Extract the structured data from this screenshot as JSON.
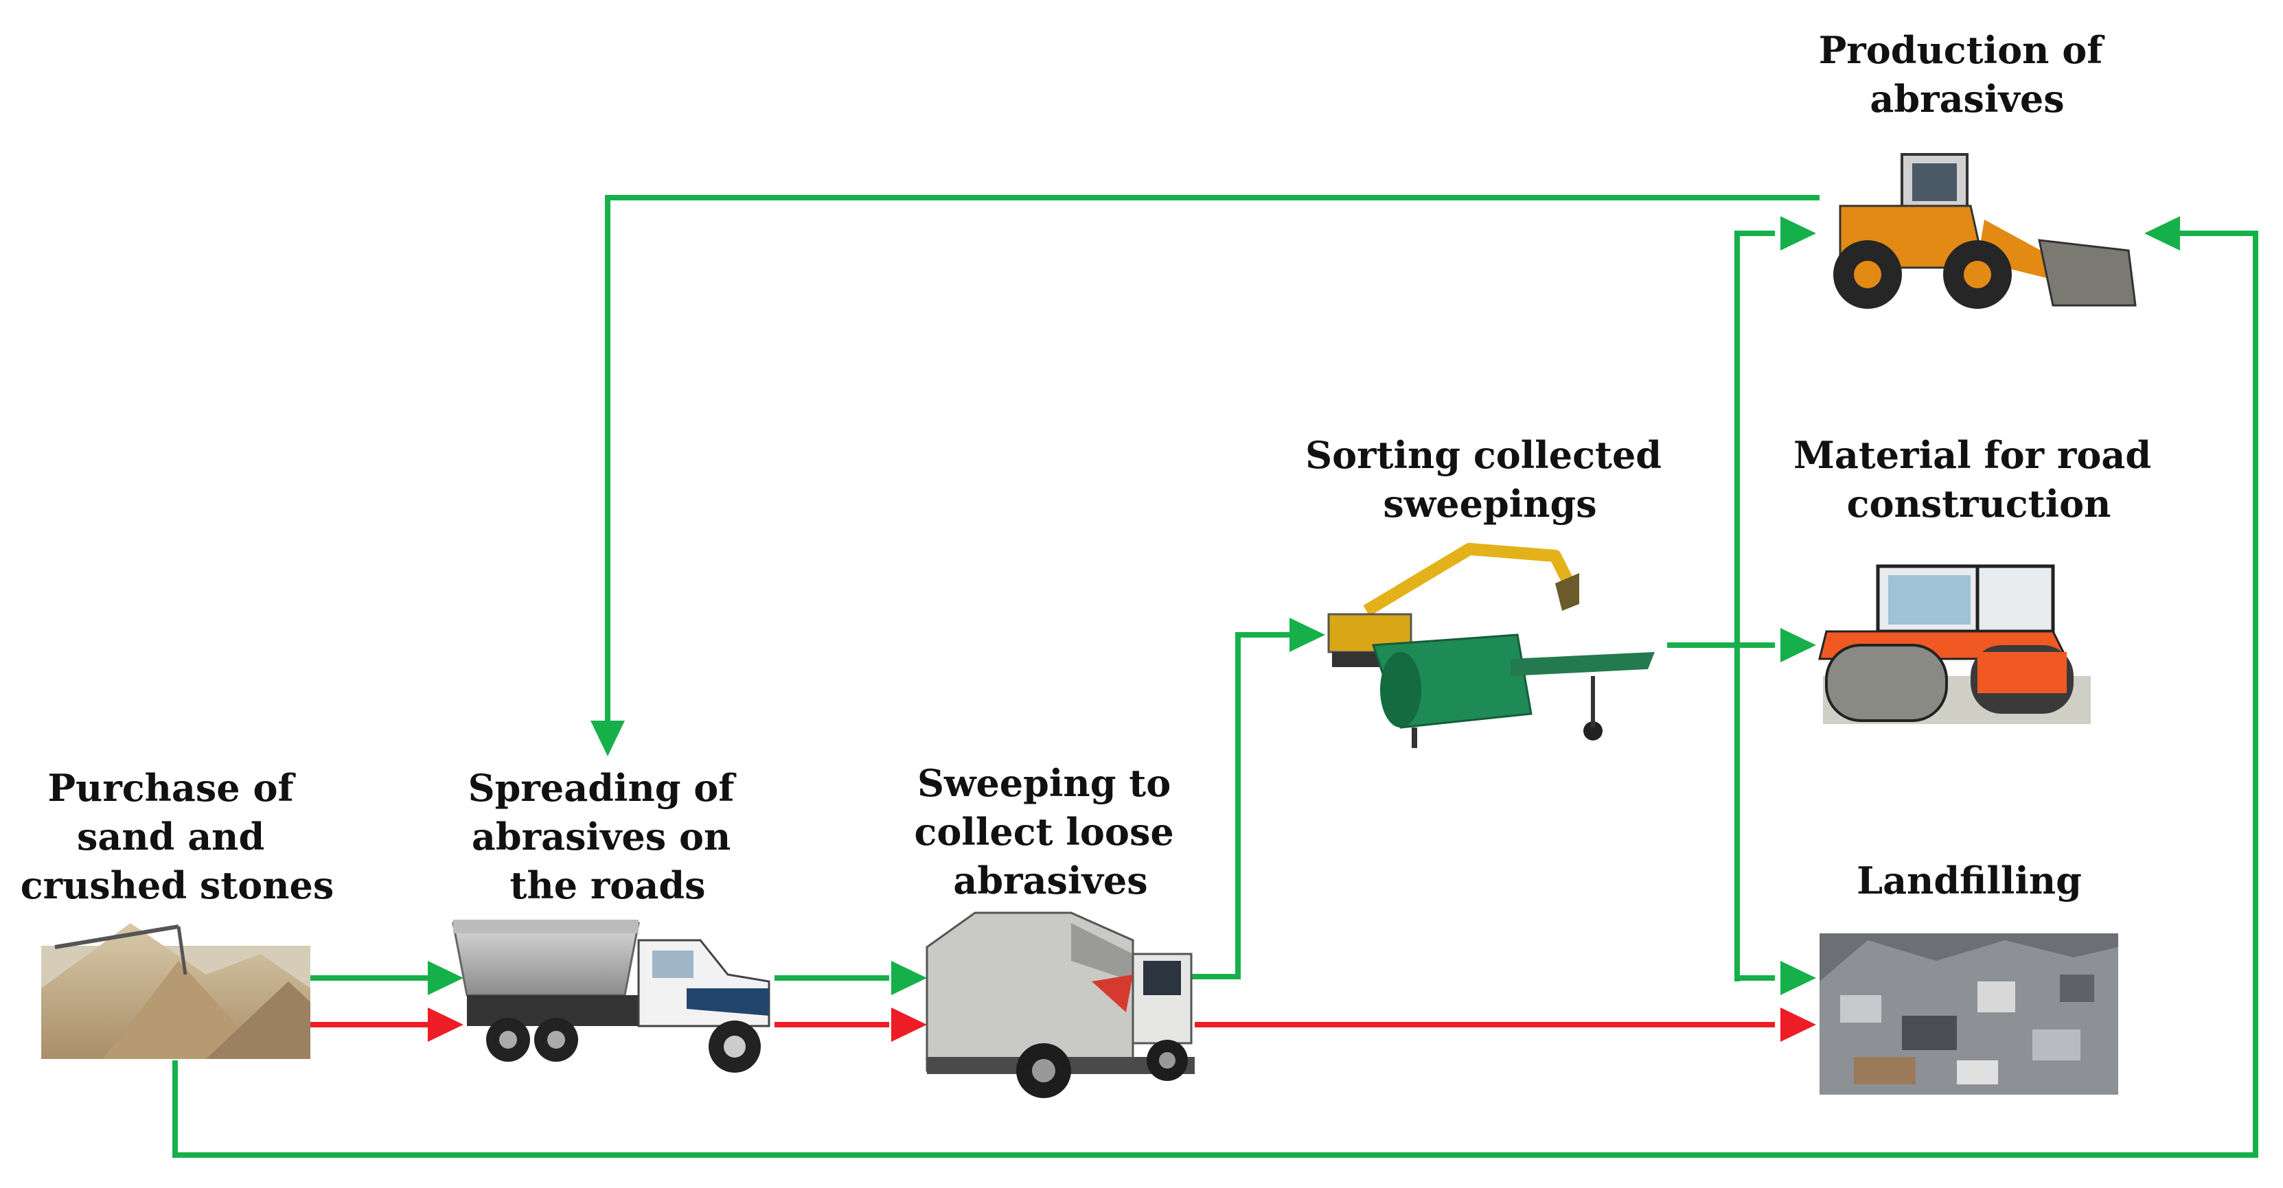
{
  "colors": {
    "recycle_flow": "#16b04a",
    "linear_flow": "#ee1c25"
  },
  "stages": {
    "purchase": {
      "lines": [
        "Purchase of",
        "sand and",
        "crushed stones"
      ],
      "icon": "sand-pile-image"
    },
    "spreading": {
      "lines": [
        "Spreading of",
        "abrasives on",
        "the roads"
      ],
      "icon": "spreader-truck-image"
    },
    "sweeping": {
      "lines": [
        "Sweeping to",
        "collect loose",
        "abrasives"
      ],
      "icon": "street-sweeper-image"
    },
    "sorting": {
      "lines": [
        "Sorting collected",
        "sweepings"
      ],
      "icon": "screening-plant-image"
    },
    "production": {
      "lines": [
        "Production of",
        "abrasives"
      ],
      "icon": "wheel-loader-image"
    },
    "road_material": {
      "lines": [
        "Material for road",
        "construction"
      ],
      "icon": "road-roller-image"
    },
    "landfilling": {
      "lines": [
        "Landfilling"
      ],
      "icon": "scrap-pile-image"
    }
  }
}
